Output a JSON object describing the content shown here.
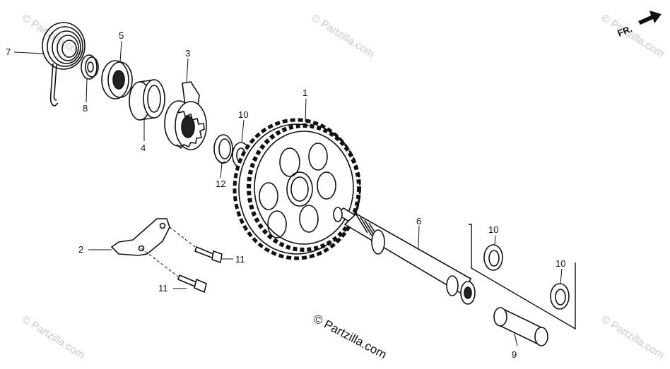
{
  "direction_label": "FR.",
  "copyright_text": "© Partzilla.com",
  "watermark_text": "© Partzilla.com",
  "callouts": {
    "c1": "1",
    "c2": "2",
    "c3": "3",
    "c4": "4",
    "c5": "5",
    "c6": "6",
    "c7": "7",
    "c8": "8",
    "c9": "9",
    "c10a": "10",
    "c10b": "10",
    "c10c": "10",
    "c11a": "11",
    "c11b": "11",
    "c12": "12"
  },
  "colors": {
    "ink": "#111111",
    "watermark": "#c9c9c9",
    "background": "#ffffff"
  }
}
